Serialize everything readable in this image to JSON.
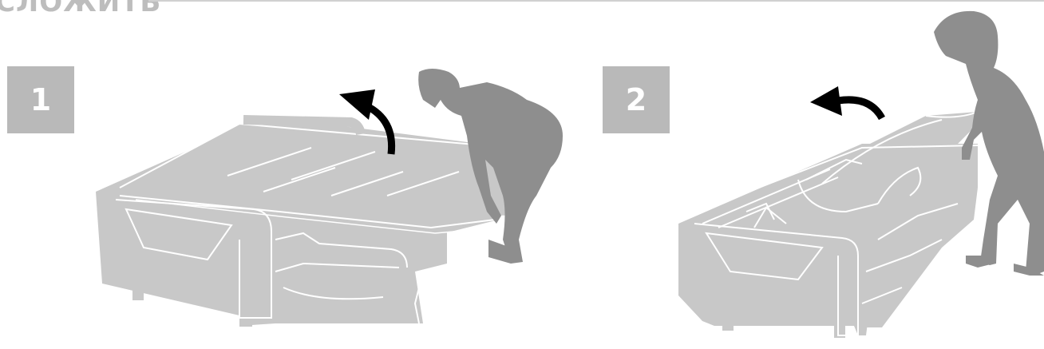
{
  "header": {
    "title": "СЛОЖИТЬ"
  },
  "steps": [
    {
      "number": "1",
      "icon": "step1-illustration"
    },
    {
      "number": "2",
      "icon": "step2-illustration"
    }
  ],
  "colors": {
    "badge": "#b9b9b9",
    "sofa": "#c8c8c8",
    "sofa_line": "#ffffff",
    "person": "#8e8e8e",
    "arrow": "#000000",
    "title": "#bdbdbd"
  }
}
